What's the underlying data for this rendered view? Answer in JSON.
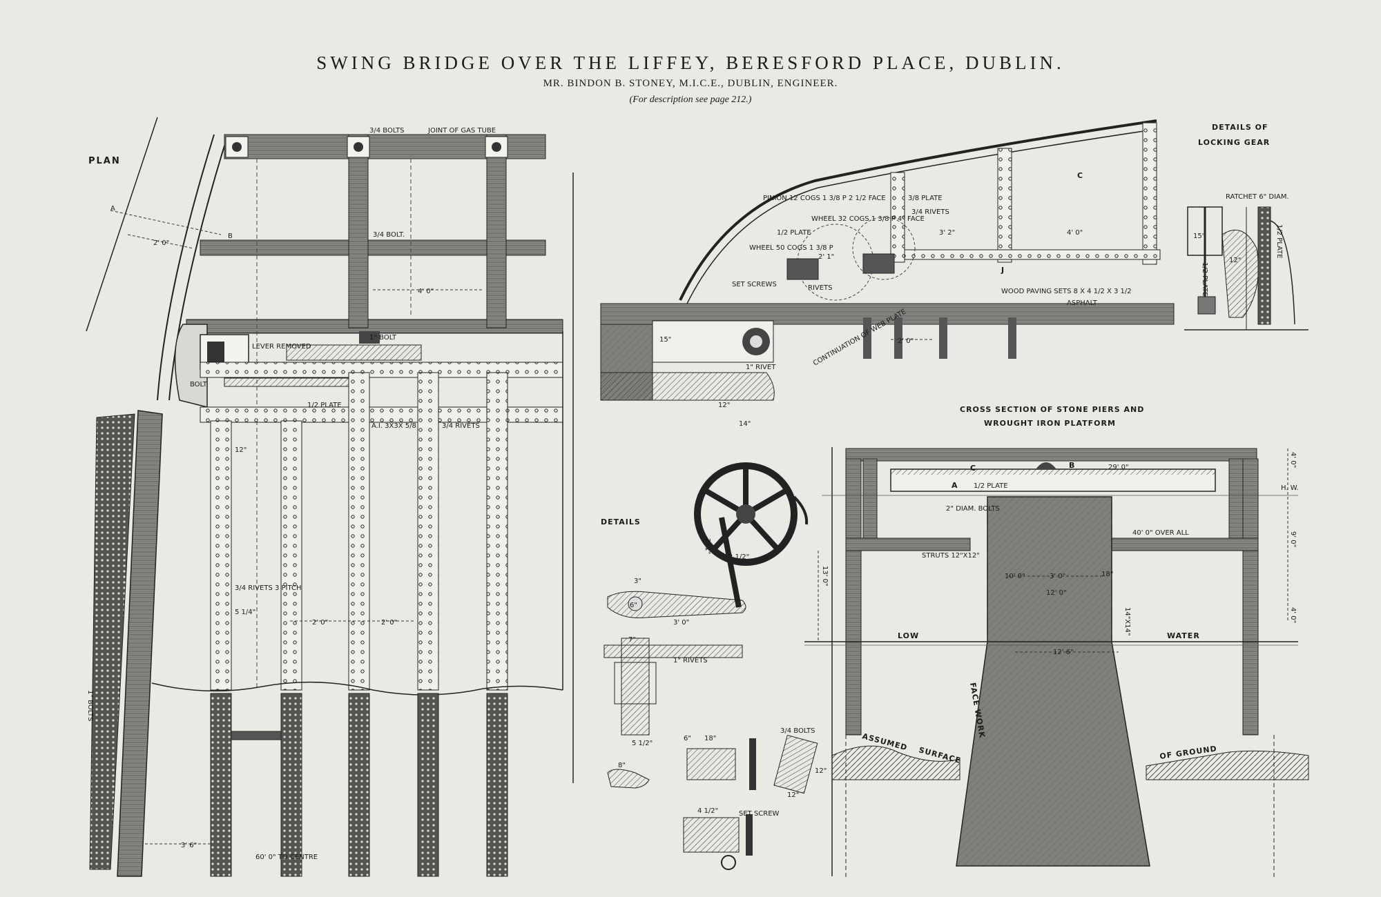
{
  "header": {
    "title": "SWING BRIDGE OVER THE LIFFEY, BERESFORD PLACE, DUBLIN.",
    "subtitle": "MR. BINDON B. STONEY, M.I.C.E., DUBLIN, ENGINEER.",
    "note": "(For description see page 212.)"
  },
  "plan": {
    "heading": "PLAN",
    "labels": {
      "bolts_top": "3/4 BOLTS",
      "joint": "JOINT OF GAS TUBE",
      "bolt": "3/4 BOLT.",
      "spacing_4": "4' 0\"",
      "point_a": "A",
      "point_b": "B",
      "spacing_2": "2' 0\"",
      "inch_bolt": "1\" BOLT",
      "lever": "LEVER REMOVED",
      "bolt_small": "BOLT",
      "plate": "1/2 PLATE",
      "angle": "A.I. 3X3X 5/8",
      "rivets": "3/4 RIVETS",
      "dim_12": "12\"",
      "rivets_pitch": "3/4 RIVETS 3 PITCH",
      "dim_5": "5 1/4\"",
      "dim_2a": "2' 0\"",
      "dim_2b": "2' 0\"",
      "side_bolts": "1\" BOLTS",
      "dim_36": "3' 6\"",
      "centre": "60' 0\" TO CENTRE"
    }
  },
  "elevation": {
    "labels": {
      "pinion": "PINION 12 COGS 1 3/8 P 2 1/2 FACE",
      "plate_top": "3/8 PLATE",
      "rivets": "3/4 RIVETS",
      "wheel_32": "WHEEL 32 COGS 1 3/8 P 4\" FACE",
      "plate_side": "1/2 PLATE",
      "wheel_50": "WHEEL 50 COGS 1 3/8 P",
      "dim_31": "3' 2\"",
      "dim_40": "4' 0\"",
      "dim_21": "2' 1\"",
      "point_c": "C",
      "point_j": "J",
      "set_screws": "SET SCREWS",
      "rivets_low": "RIVETS",
      "paving": "WOOD PAVING SETS 8 X 4 1/2 X 3 1/2",
      "asphalt": "ASPHALT",
      "dim_15": "15\"",
      "rivet": "1\" RIVET",
      "web": "CONTINUATION OF WEB PLATE",
      "dim_20": "2' 0\"",
      "dim_12": "12\"",
      "dim_14": "14\""
    }
  },
  "locking": {
    "heading_1": "DETAILS OF",
    "heading_2": "LOCKING GEAR",
    "ratchet": "RATCHET 6\" DIAM.",
    "plate_a": "1/2 PLATE",
    "plate_b": "1/2 PLATE",
    "dim_15": "15\"",
    "dim_12": "12\""
  },
  "details": {
    "heading": "DETAILS",
    "dim_3a": "3\"",
    "dim_6": "6\"",
    "dim_3b": "3' 0\"",
    "dim_7": "7\"",
    "rivets": "1\" RIVETS",
    "dim_5": "5 1/2\"",
    "dim_8": "8\"",
    "dim_18": "18\"",
    "dim_6b": "6\"",
    "bolts": "3/4 BOLTS",
    "dim_12a": "12\"",
    "dim_12b": "12\"",
    "dim_4": "4 1/2\"",
    "set_screw": "SET SCREW",
    "dim_2": "2' 1\"",
    "dim_21": "2 1/2\""
  },
  "section": {
    "heading_1": "CROSS SECTION OF STONE PIERS AND",
    "heading_2": "WROUGHT IRON PLATFORM",
    "point_c": "C",
    "point_b": "B",
    "point_a": "A",
    "dim_29": "29' 0\"",
    "plate": "1/2 PLATE",
    "dia_bolts": "2\" DIAM. BOLTS",
    "hw": "H. W.",
    "over_all": "40' 0\" OVER ALL",
    "struts": "STRUTS 12\"X12\"",
    "dim_13": "13' 0\"",
    "dim_10": "10' 0\"",
    "dim_40a": "4' 0\"",
    "dim_90": "9' 0\"",
    "dim_40b": "4' 0\"",
    "dim_3": "3' 0\"",
    "dim_12": "12' 0\"",
    "dim_14": "14\"X14\"",
    "dim_18": "18\"",
    "low": "LOW",
    "water": "WATER",
    "face_work": "FACE WORK",
    "assumed": "ASSUMED",
    "surface": "SURFACE",
    "ground": "OF GROUND",
    "dim_base": "12' 6\""
  }
}
